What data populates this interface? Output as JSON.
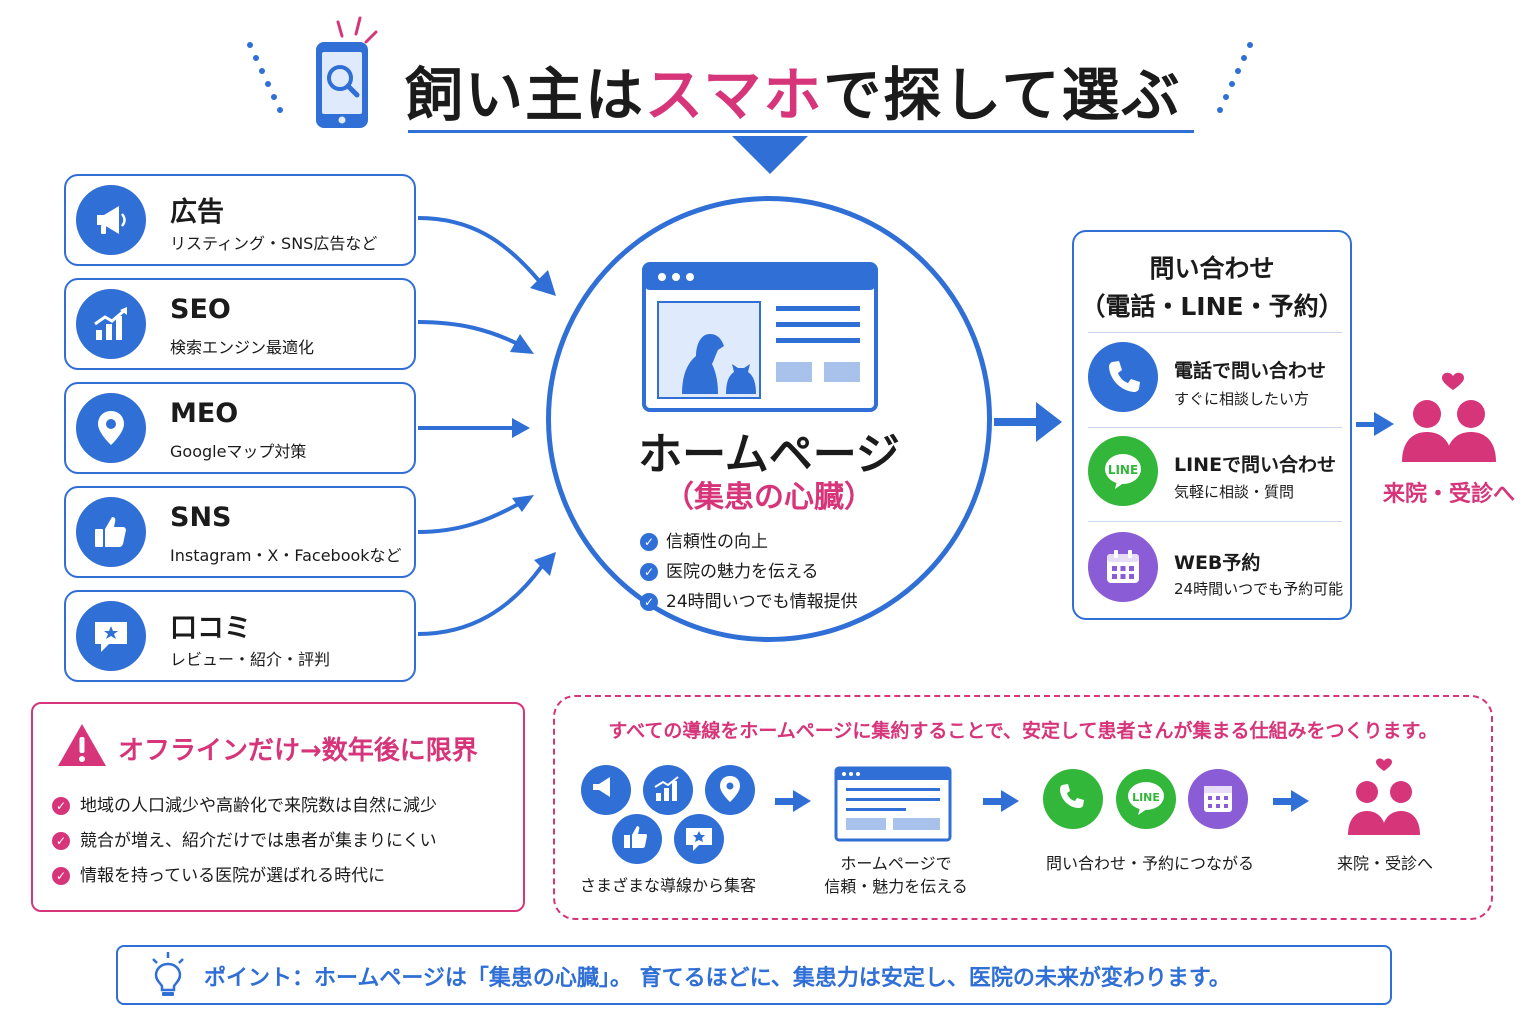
{
  "title": {
    "before": "飼い主は",
    "highlight": "スマホ",
    "after": "で探して選ぶ"
  },
  "channels": [
    {
      "title": "広告",
      "subtitle": "リスティング・SNS広告など",
      "icon": "megaphone-icon"
    },
    {
      "title": "SEO",
      "subtitle": "検索エンジン最適化",
      "icon": "growth-chart-icon"
    },
    {
      "title": "MEO",
      "subtitle": "Googleマップ対策",
      "icon": "map-pin-icon"
    },
    {
      "title": "SNS",
      "subtitle": "Instagram・X・Facebookなど",
      "icon": "thumbs-up-icon"
    },
    {
      "title": "口コミ",
      "subtitle": "レビュー・紹介・評判",
      "icon": "review-bubble-icon"
    }
  ],
  "hub": {
    "title": "ホームページ",
    "subtitle": "（集患の心臓）",
    "checks": [
      "信頼性の向上",
      "医院の魅力を伝える",
      "24時間いつでも情報提供"
    ]
  },
  "contact": {
    "title_line1": "問い合わせ",
    "title_line2": "（電話・LINE・予約）",
    "items": [
      {
        "label": "電話で問い合わせ",
        "sub": "すぐに相談したい方",
        "icon": "phone-icon",
        "color": "#2f6fd6"
      },
      {
        "label": "LINEで問い合わせ",
        "sub": "気軽に相談・質問",
        "icon": "line-icon",
        "color": "#33b73a"
      },
      {
        "label": "WEB予約",
        "sub": "24時間いつでも予約可能",
        "icon": "calendar-icon",
        "color": "#8a5cd6"
      }
    ]
  },
  "result": {
    "label": "来院・受診へ"
  },
  "offline": {
    "title": "オフラインだけ→数年後に限界",
    "items": [
      "地域の人口減少や高齢化で来院数は自然に減少",
      "競合が増え、紹介だけでは患者が集まりにくい",
      "情報を持っている医院が選ばれる時代に"
    ]
  },
  "flow": {
    "title": "すべての導線をホームページに集約することで、安定して患者さんが集まる仕組みをつくります。",
    "steps": [
      {
        "line1": "さまざまな導線から集客",
        "line2": ""
      },
      {
        "line1": "ホームページで",
        "line2": "信頼・魅力を伝える"
      },
      {
        "line1": "問い合わせ・予約につながる",
        "line2": ""
      },
      {
        "line1": "来院・受診へ",
        "line2": ""
      }
    ]
  },
  "point": {
    "lead": "ポイント：ホームページは「集患の心臓」。",
    "rest": "育てるほどに、集患力は安定し、医院の未来が変わります。"
  },
  "colors": {
    "blue": "#2f6fd6",
    "pink": "#d6357a",
    "green": "#33b73a",
    "purple": "#8a5cd6"
  }
}
